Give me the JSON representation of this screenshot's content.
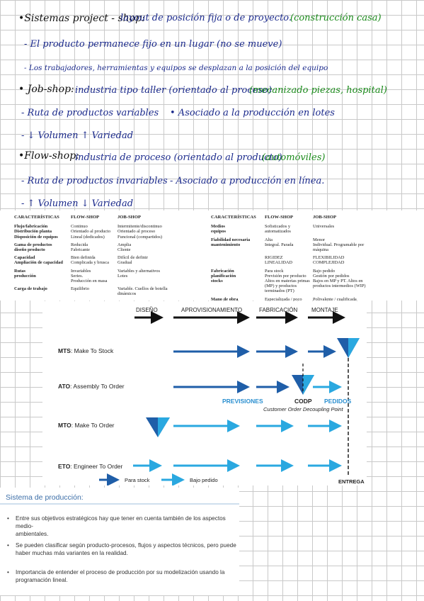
{
  "notes": [
    {
      "text": "•Sistemas project - shop:",
      "color": "blk"
    },
    {
      "text": "layout de posición fija o de proyecto.",
      "color": "blu"
    },
    {
      "text": "(construcción casa)",
      "color": "grn"
    },
    {
      "text": "- El producto permanece fijo en un lugar (no se mueve)",
      "color": "blu"
    },
    {
      "text": "- Los trabajadores, herramientas y equipos se desplazan a la posición del equipo",
      "color": "blu"
    },
    {
      "text": "• Job-shop:",
      "color": "blk"
    },
    {
      "text": "industria tipo taller (orientado al proceso)",
      "color": "blu"
    },
    {
      "text": "(mecanizado piezas, hospital)",
      "color": "grn"
    },
    {
      "text": "- Ruta de productos variables",
      "color": "blu"
    },
    {
      "text": "• Asociado a la producción en lotes",
      "color": "blu"
    },
    {
      "text": "- ↓ Volumen ↑ Variedad",
      "color": "blu"
    },
    {
      "text": "•Flow-shop:",
      "color": "blk"
    },
    {
      "text": "industria de proceso (orientado al producto)",
      "color": "blu"
    },
    {
      "text": "(automóviles)",
      "color": "grn"
    },
    {
      "text": "- Ruta de productos invariables",
      "color": "blu"
    },
    {
      "text": "- Asociado a producción en línea.",
      "color": "blu"
    },
    {
      "text": "- ↑ Volumen ↓ Variedad",
      "color": "blu"
    }
  ],
  "table1": {
    "headers": [
      "CARACTERÍSTICAS",
      "FLOW-SHOP",
      "JOB-SHOP"
    ],
    "rows": [
      [
        "Flujo/fabricación\nDistribución planta\nDisposición de equipos",
        "Continuo\nOrientado al producto\nLineal (dedicados)",
        "Intermitente/discontinuo\nOrientado al proceso\nFuncional (compartidos)"
      ],
      [
        "Gama de productos\ndiseño producto",
        "Reducida\nFabricante",
        "Amplia\nCliente"
      ],
      [
        "Capacidad\nAmpliación de capacidad",
        "Bien definida\nComplicada y brusca",
        "Difícil de definir\nGradual"
      ],
      [
        "Rutas\nproducción",
        "Invariables\nSeries.\nProducción en masa",
        "Variables y alternativos\nLotes"
      ],
      [
        "Carga de trabajo",
        "Equilibrio",
        "Variable. Cuellos de botella\ndinámicos"
      ]
    ]
  },
  "table2": {
    "headers": [
      "CARACTERÍSTICAS",
      "FLOW-SHOP",
      "JOB-SHOP"
    ],
    "rows": [
      [
        "Medios\nequipos",
        "Sofisticados y\nautomatizados",
        "Universales"
      ],
      [
        "Fiabilidad necesaria\nmantenimiento",
        "Alta\nIntegral. Parada",
        "Menor\nIndividual. Programable por\nmáquina"
      ],
      [
        "",
        "RIGIDEZ\nLINEALIDAD",
        "FLEXIBILIDAD\nCOMPLEJIDAD"
      ],
      [
        "Fabricación\nplanificación\nstocks",
        "Para stock\nPrevisión por producto\nAltos en materias primas\n(MP) y productos\nterminados (PT)",
        "Bajo pedido\nGestión por pedidos\nBajos en MP y PT. Altos en\nproductos intermedios (WIP)"
      ],
      [
        "Mano de obra",
        "Especializada / poco\ncualificada",
        "Polivalente / cualificada"
      ]
    ]
  },
  "diagram": {
    "stages": [
      "DISEÑO",
      "APROVISIONAMIENTO",
      "FABRICACIÓN",
      "MONTAJE"
    ],
    "rows": [
      {
        "code": "MTS",
        "name": ": Make To Stock"
      },
      {
        "code": "ATO",
        "name": ": Assembly To Order"
      },
      {
        "code": "MTO",
        "name": ": Make To Order"
      },
      {
        "code": "ETO",
        "name": ": Engineer To Order"
      }
    ],
    "previsiones": "PREVISIONES",
    "codp": "CODP",
    "pedidos": "PEDIDOS",
    "codp_full": "Customer Order Decoupling Point",
    "legend_stock": "Para stock",
    "legend_pedido": "Bajo pedido",
    "entrega": "ENTREGA",
    "colors": {
      "dark": "#1f5ea8",
      "light": "#2aa8e0",
      "black": "#111111"
    }
  },
  "bottom": {
    "title": "Sistema de producción:",
    "bullets": [
      "Entre sus objetivos estratégicos hay que  tener en cuenta también de los  aspectos medio-\nambientales.",
      "Se pueden clasificar según producto-procesos, flujos y aspectos técnicos,  pero puede\nhaber muchas más  variantes en la realidad.",
      "Importancia de entender el proceso  de producción por su modelización  usando la\nprogramación lineal."
    ]
  }
}
